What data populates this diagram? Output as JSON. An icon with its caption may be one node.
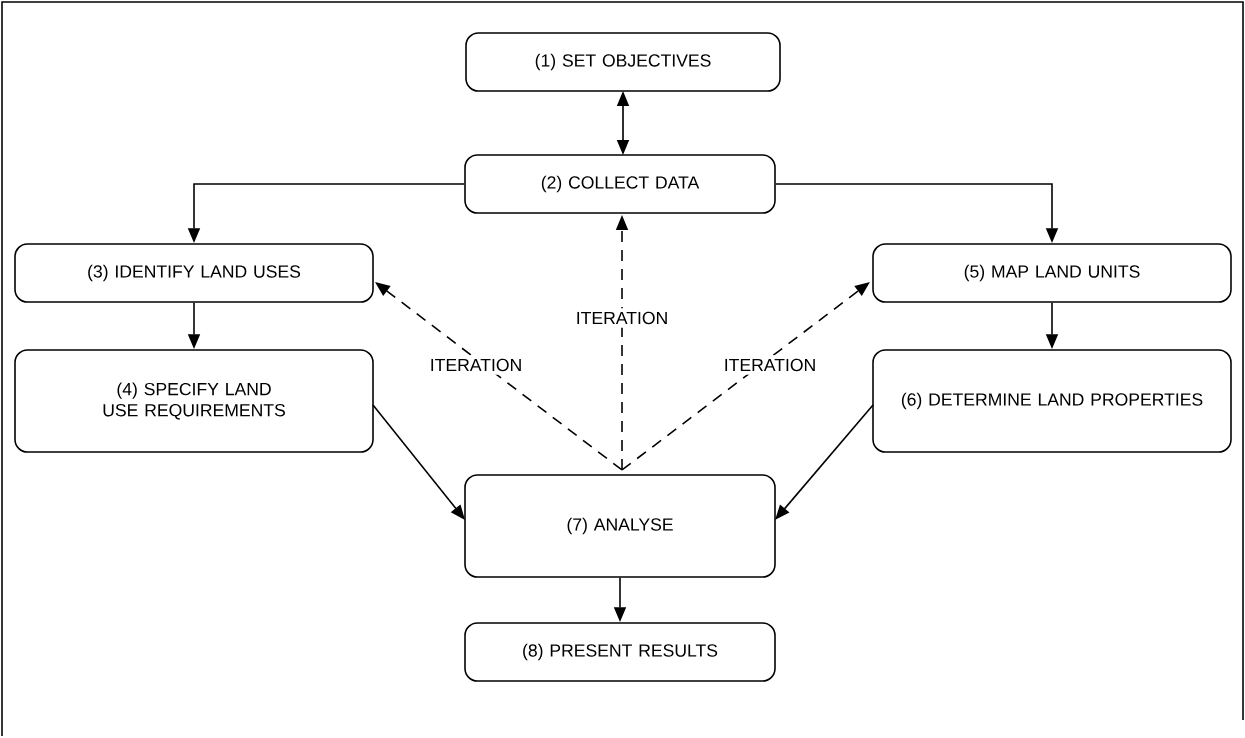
{
  "diagram": {
    "nodes": [
      {
        "text": [
          "(1) SET OBJECTIVES"
        ]
      },
      {
        "text": [
          "(2) COLLECT DATA"
        ]
      },
      {
        "text": [
          "(3) IDENTIFY LAND USES"
        ]
      },
      {
        "text": [
          "(4) SPECIFY LAND USE REQUIREMENTS"
        ]
      },
      {
        "text": [
          "(5) MAP LAND UNITS"
        ]
      },
      {
        "text": [
          "(6) DETERMINE LAND PROPERTIES"
        ]
      },
      {
        "text": [
          "(7) ANALYSE"
        ]
      },
      {
        "text": [
          "(8) PRESENT RESULTS"
        ]
      }
    ],
    "edges": [
      {
        "from": 0,
        "to": 1,
        "arrow": "both"
      },
      {
        "from": 1,
        "to": 2,
        "arrow": "to"
      },
      {
        "from": 1,
        "to": 4,
        "arrow": "to"
      },
      {
        "from": 2,
        "to": 3,
        "arrow": "to"
      },
      {
        "from": 4,
        "to": 5,
        "arrow": "to"
      },
      {
        "from": 3,
        "to": 6,
        "arrow": "to"
      },
      {
        "from": 5,
        "to": 6,
        "arrow": "to"
      },
      {
        "from": 6,
        "to": 7,
        "arrow": "to"
      },
      {
        "from": 6,
        "to": 2,
        "arrow": "to",
        "style": "dashed",
        "label": "ITERATION"
      },
      {
        "from": 6,
        "to": 1,
        "arrow": "to",
        "style": "dashed",
        "label": "ITERATION"
      },
      {
        "from": 6,
        "to": 4,
        "arrow": "to",
        "style": "dashed",
        "label": "ITERATION"
      }
    ]
  }
}
